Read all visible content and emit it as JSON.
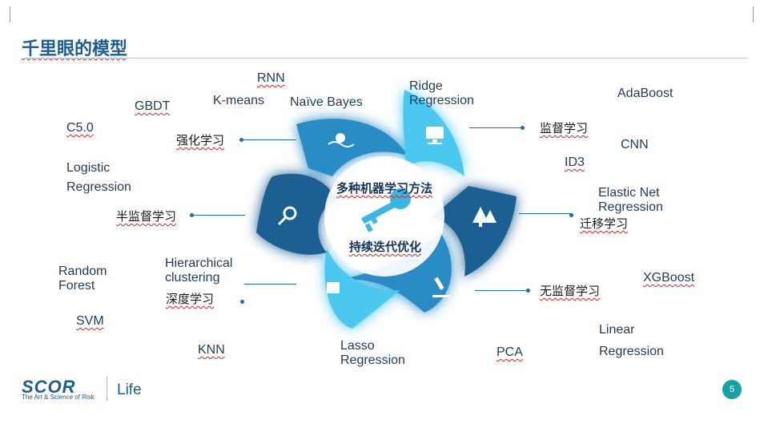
{
  "slide": {
    "title": "千里眼的模型",
    "center_top": "多种机器学习方法",
    "center_bottom": "持续迭代优化",
    "page_number": "5"
  },
  "categories": {
    "reinforcement": "强化学习",
    "semi_supervised": "半监督学习",
    "deep": "深度学习",
    "supervised": "监督学习",
    "transfer": "迁移学习",
    "unsupervised": "无监督学习"
  },
  "models": {
    "rnn": "RNN",
    "gbdt": "GBDT",
    "kmeans": "K-means",
    "naive_bayes": "Naïve Bayes",
    "ridge_1": "Ridge",
    "ridge_2": "Regression",
    "adaboost": "AdaBoost",
    "c50": "C5.0",
    "cnn": "CNN",
    "id3": "ID3",
    "logistic_1": "Logistic",
    "logistic_2": "Regression",
    "elastic_1": "Elastic Net",
    "elastic_2": "Regression",
    "random_forest_1": "Random",
    "random_forest_2": "Forest",
    "hierarchical_1": "Hierarchical",
    "hierarchical_2": "clustering",
    "xgboost": "XGBoost",
    "svm": "SVM",
    "linear_1": "Linear",
    "linear_2": "Regression",
    "knn": "KNN",
    "lasso_1": "Lasso",
    "lasso_2": "Regression",
    "pca": "PCA"
  },
  "logo": {
    "brand": "SCOR",
    "tagline": "The Art & Science of Risk",
    "division": "Life"
  },
  "colors": {
    "light_blue": "#4cc8f0",
    "mid_blue": "#2a8cc4",
    "dark_blue": "#1f5f92",
    "badge": "#14a3a3"
  }
}
